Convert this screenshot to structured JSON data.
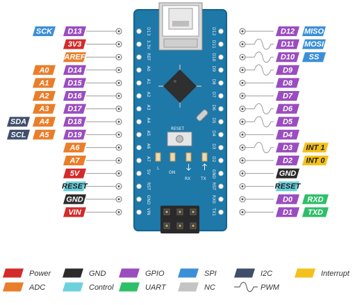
{
  "colors": {
    "power": "#d32b2b",
    "gnd": "#2b2b2b",
    "gpio": "#9a4dbf",
    "spi": "#3b8fd8",
    "i2c": "#3f4f6b",
    "interrupt": "#f3c11b",
    "adc": "#e97e2a",
    "control": "#6dd1dc",
    "uart": "#2fbf6a",
    "nc": "#c4c4c4",
    "board": "#1e78a8",
    "board_edge": "#15628c",
    "chip": "#2f2f2f"
  },
  "left_pins": [
    {
      "silk": "D13",
      "labels": [
        {
          "text": "SCK",
          "type": "spi"
        },
        {
          "text": "D13",
          "type": "gpio"
        }
      ]
    },
    {
      "silk": "3.3V",
      "labels": [
        {
          "text": "3V3",
          "type": "power"
        }
      ]
    },
    {
      "silk": "REF",
      "labels": [
        {
          "text": "AREF",
          "type": "adc"
        }
      ]
    },
    {
      "silk": "A0",
      "labels": [
        {
          "text": "A0",
          "type": "adc"
        },
        {
          "text": "D14",
          "type": "gpio"
        }
      ]
    },
    {
      "silk": "A1",
      "labels": [
        {
          "text": "A1",
          "type": "adc"
        },
        {
          "text": "D15",
          "type": "gpio"
        }
      ]
    },
    {
      "silk": "A2",
      "labels": [
        {
          "text": "A2",
          "type": "adc"
        },
        {
          "text": "D16",
          "type": "gpio"
        }
      ]
    },
    {
      "silk": "A3",
      "labels": [
        {
          "text": "A3",
          "type": "adc"
        },
        {
          "text": "D17",
          "type": "gpio"
        }
      ]
    },
    {
      "silk": "A4",
      "labels": [
        {
          "text": "SDA",
          "type": "i2c"
        },
        {
          "text": "A4",
          "type": "adc"
        },
        {
          "text": "D18",
          "type": "gpio"
        }
      ]
    },
    {
      "silk": "A5",
      "labels": [
        {
          "text": "SCL",
          "type": "i2c"
        },
        {
          "text": "A5",
          "type": "adc"
        },
        {
          "text": "D19",
          "type": "gpio"
        }
      ]
    },
    {
      "silk": "A6",
      "labels": [
        {
          "text": "A6",
          "type": "adc"
        }
      ]
    },
    {
      "silk": "A7",
      "labels": [
        {
          "text": "A7",
          "type": "adc"
        }
      ]
    },
    {
      "silk": "5V",
      "labels": [
        {
          "text": "5V",
          "type": "power"
        }
      ]
    },
    {
      "silk": "RST",
      "labels": [
        {
          "text": "RESET",
          "type": "control"
        }
      ]
    },
    {
      "silk": "GND",
      "labels": [
        {
          "text": "GND",
          "type": "gnd"
        }
      ]
    },
    {
      "silk": "VIN",
      "labels": [
        {
          "text": "VIN",
          "type": "power"
        }
      ]
    }
  ],
  "right_pins": [
    {
      "silk": "D12",
      "pwm": false,
      "labels": [
        {
          "text": "D12",
          "type": "gpio"
        },
        {
          "text": "MISO",
          "type": "spi"
        }
      ]
    },
    {
      "silk": "D11",
      "pwm": true,
      "labels": [
        {
          "text": "D11",
          "type": "gpio"
        },
        {
          "text": "MOSI",
          "type": "spi"
        }
      ]
    },
    {
      "silk": "D10",
      "pwm": true,
      "labels": [
        {
          "text": "D10",
          "type": "gpio"
        },
        {
          "text": "SS",
          "type": "spi"
        }
      ]
    },
    {
      "silk": "D9",
      "pwm": true,
      "labels": [
        {
          "text": "D9",
          "type": "gpio"
        }
      ]
    },
    {
      "silk": "D8",
      "pwm": false,
      "labels": [
        {
          "text": "D8",
          "type": "gpio"
        }
      ]
    },
    {
      "silk": "D7",
      "pwm": false,
      "labels": [
        {
          "text": "D7",
          "type": "gpio"
        }
      ]
    },
    {
      "silk": "D6",
      "pwm": true,
      "labels": [
        {
          "text": "D6",
          "type": "gpio"
        }
      ]
    },
    {
      "silk": "D5",
      "pwm": true,
      "labels": [
        {
          "text": "D5",
          "type": "gpio"
        }
      ]
    },
    {
      "silk": "D4",
      "pwm": false,
      "labels": [
        {
          "text": "D4",
          "type": "gpio"
        }
      ]
    },
    {
      "silk": "D3",
      "pwm": true,
      "labels": [
        {
          "text": "D3",
          "type": "gpio"
        },
        {
          "text": "INT 1",
          "type": "interrupt"
        }
      ]
    },
    {
      "silk": "D2",
      "pwm": false,
      "labels": [
        {
          "text": "D2",
          "type": "gpio"
        },
        {
          "text": "INT 0",
          "type": "interrupt"
        }
      ]
    },
    {
      "silk": "GND",
      "pwm": false,
      "labels": [
        {
          "text": "GND",
          "type": "gnd"
        }
      ]
    },
    {
      "silk": "RST",
      "pwm": false,
      "labels": [
        {
          "text": "RESET",
          "type": "control"
        }
      ]
    },
    {
      "silk": "RX0",
      "pwm": false,
      "labels": [
        {
          "text": "D0",
          "type": "gpio"
        },
        {
          "text": "RXD",
          "type": "uart"
        }
      ]
    },
    {
      "silk": "TX1",
      "pwm": false,
      "labels": [
        {
          "text": "D1",
          "type": "gpio"
        },
        {
          "text": "TXD",
          "type": "uart"
        }
      ]
    }
  ],
  "board_text": {
    "reset": "RESET",
    "led_l": "L",
    "led_on": "ON",
    "led_rx": "RX",
    "led_tx": "TX"
  },
  "legend": [
    {
      "text": "Power",
      "type": "power"
    },
    {
      "text": "GND",
      "type": "gnd"
    },
    {
      "text": "GPIO",
      "type": "gpio"
    },
    {
      "text": "SPI",
      "type": "spi"
    },
    {
      "text": "I2C",
      "type": "i2c"
    },
    {
      "text": "Interrupt",
      "type": "interrupt"
    },
    {
      "text": "ADC",
      "type": "adc"
    },
    {
      "text": "Control",
      "type": "control"
    },
    {
      "text": "UART",
      "type": "uart"
    },
    {
      "text": "NC",
      "type": "nc"
    },
    {
      "text": "PWM",
      "type": "pwm"
    }
  ]
}
